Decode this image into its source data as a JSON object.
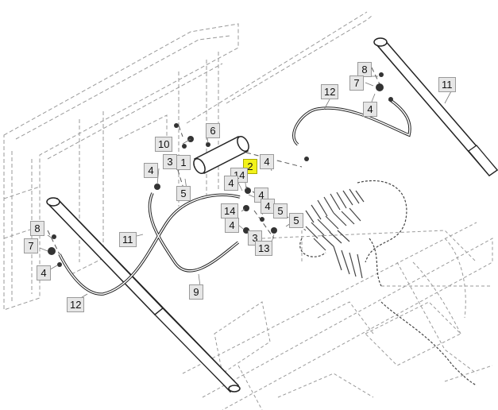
{
  "diagram": {
    "highlight_color": "#f2f21a",
    "callouts": [
      {
        "id": "c1",
        "text": "6"
      },
      {
        "id": "c2",
        "text": "10"
      },
      {
        "id": "c3",
        "text": "3"
      },
      {
        "id": "c4",
        "text": "1"
      },
      {
        "id": "c5",
        "text": "4"
      },
      {
        "id": "c6",
        "text": "5"
      },
      {
        "id": "c7",
        "text": "2",
        "highlighted": true
      },
      {
        "id": "c8",
        "text": "4"
      },
      {
        "id": "c9",
        "text": "14"
      },
      {
        "id": "c10",
        "text": "4"
      },
      {
        "id": "c11",
        "text": "4"
      },
      {
        "id": "c12",
        "text": "14"
      },
      {
        "id": "c13",
        "text": "4"
      },
      {
        "id": "c14",
        "text": "5"
      },
      {
        "id": "c15",
        "text": "5"
      },
      {
        "id": "c16",
        "text": "4"
      },
      {
        "id": "c17",
        "text": "3"
      },
      {
        "id": "c18",
        "text": "13"
      },
      {
        "id": "c19",
        "text": "8"
      },
      {
        "id": "c20",
        "text": "7"
      },
      {
        "id": "c21",
        "text": "4"
      },
      {
        "id": "c22",
        "text": "11"
      },
      {
        "id": "c23",
        "text": "12"
      },
      {
        "id": "c24",
        "text": "9"
      },
      {
        "id": "c25",
        "text": "8"
      },
      {
        "id": "c26",
        "text": "7"
      },
      {
        "id": "c27",
        "text": "4"
      },
      {
        "id": "c28",
        "text": "12"
      },
      {
        "id": "c29",
        "text": "11"
      }
    ]
  }
}
